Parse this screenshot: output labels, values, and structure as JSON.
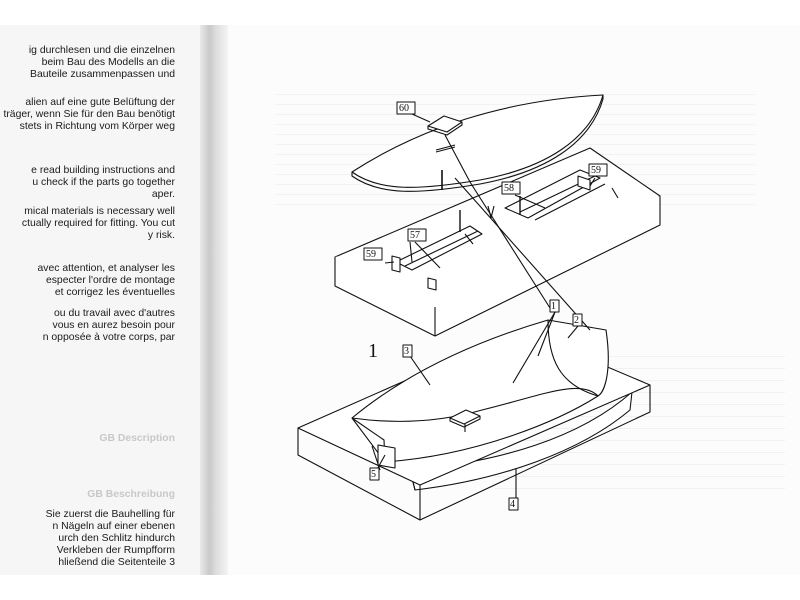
{
  "left_page": {
    "german_intro": [
      "ig durchlesen und die einzelnen",
      "beim Bau des Modells an die",
      "Bauteile zusammenpassen und"
    ],
    "german_safety": [
      "alien auf eine gute Belüftung der",
      "träger, wenn Sie für den Bau benötigt",
      "stets in Richtung vom Körper weg"
    ],
    "english": [
      "e read building instructions and",
      "u check if the parts go together",
      "aper.",
      "mical materials is necessary well",
      "ctually required for fitting. You cut",
      "y risk."
    ],
    "french_1": [
      "avec attention, et analyser les",
      "especter l'ordre de montage",
      "et corrigez les éventuelles"
    ],
    "french_2": [
      "ou du travail avec d'autres",
      "vous en aurez besoin pour",
      "n opposée à votre corps, par"
    ],
    "faint_heading_1": "GB Description",
    "faint_heading_2": "GB Beschreibung",
    "german_build": [
      "Sie zuerst die Bauhelling für",
      "n Nägeln auf einer ebenen",
      "urch den Schlitz hindurch",
      "Verkleben der Rumpfform",
      "hließend die Seitenteile 3"
    ]
  },
  "right_page": {
    "figure_number": "1",
    "part_labels": {
      "p60": "60",
      "p59a": "59",
      "p59b": "59",
      "p58": "58",
      "p57": "57",
      "p1": "1",
      "p2": "2",
      "p3": "3",
      "p4": "4",
      "p5": "5"
    }
  }
}
